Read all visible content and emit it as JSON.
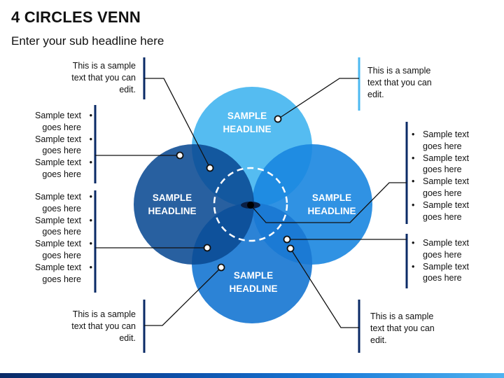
{
  "header": {
    "title": "4 CIRCLES VENN",
    "subtitle": "Enter your sub headline here"
  },
  "circles": {
    "top": {
      "headline": "SAMPLE HEADLINE",
      "color": "#4cb8f0"
    },
    "left": {
      "headline": "SAMPLE HEADLINE",
      "color": "#0a4a93"
    },
    "right": {
      "headline": "SAMPLE HEADLINE",
      "color": "#1a86e0"
    },
    "bottom": {
      "headline": "SAMPLE HEADLINE",
      "color": "#1a78d2"
    }
  },
  "callouts": {
    "top_left": "This is a sample text that you can edit.",
    "top_right": "This is a sample text that you can edit.",
    "bottom_left": "This is a sample text that you can edit.",
    "bottom_right": "This is a sample text that you can edit."
  },
  "bullet_groups": {
    "left_upper": [
      "Sample text goes here",
      "Sample text goes here",
      "Sample text goes here"
    ],
    "left_lower": [
      "Sample text goes here",
      "Sample text goes here",
      "Sample text goes here",
      "Sample text goes here"
    ],
    "right_upper": [
      "Sample text goes here",
      "Sample text goes here",
      "Sample text goes here",
      "Sample text goes here"
    ],
    "right_lower": [
      "Sample text goes here",
      "Sample text goes here"
    ]
  },
  "colors": {
    "accent_dark": "#0a2a66",
    "accent_light": "#4cb8f0",
    "connector": "#111111"
  }
}
